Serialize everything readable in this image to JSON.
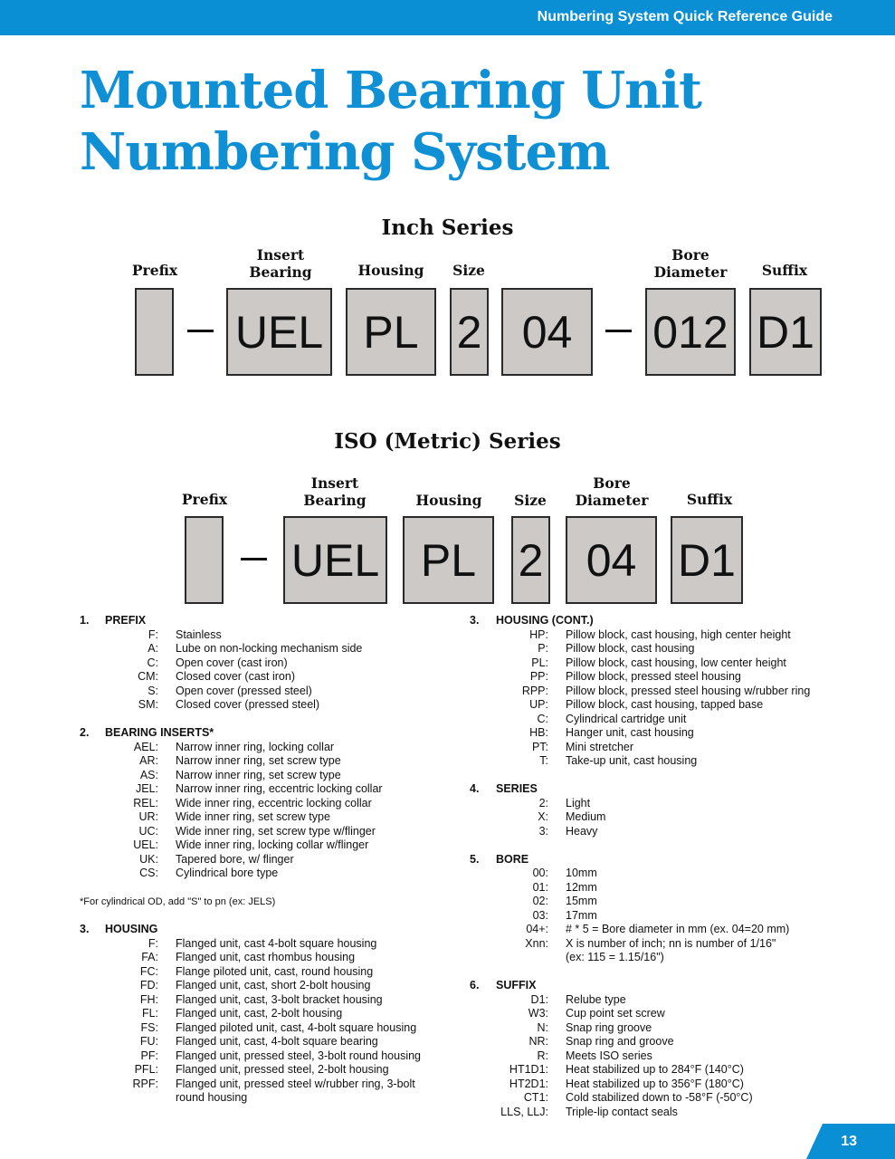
{
  "header": {
    "title": "Numbering System Quick Reference Guide"
  },
  "page_title": {
    "line1": "Mounted Bearing Unit",
    "line2": "Numbering System"
  },
  "inch": {
    "title": "Inch Series",
    "labels": {
      "prefix": "Prefix",
      "insert1": "Insert",
      "insert2": "Bearing",
      "housing": "Housing",
      "size": "Size",
      "bore1": "Bore",
      "bore2": "Diameter",
      "suffix": "Suffix"
    },
    "boxes": {
      "prefix": "",
      "insert": "UEL",
      "housing": "PL",
      "size": "2",
      "bore": "04",
      "diameter": "012",
      "suffix": "D1"
    }
  },
  "iso": {
    "title": "ISO (Metric) Series",
    "labels": {
      "prefix": "Prefix",
      "insert1": "Insert",
      "insert2": "Bearing",
      "housing": "Housing",
      "size": "Size",
      "bore1": "Bore",
      "bore2": "Diameter",
      "suffix": "Suffix"
    },
    "boxes": {
      "prefix": "",
      "insert": "UEL",
      "housing": "PL",
      "size": "2",
      "bore": "04",
      "suffix": "D1"
    }
  },
  "sections": {
    "prefix": {
      "num": "1.",
      "title": "PREFIX",
      "items": [
        {
          "code": "F:",
          "desc": "Stainless"
        },
        {
          "code": "A:",
          "desc": "Lube on non-locking mechanism side"
        },
        {
          "code": "C:",
          "desc": "Open cover (cast iron)"
        },
        {
          "code": "CM:",
          "desc": "Closed cover (cast iron)"
        },
        {
          "code": "S:",
          "desc": "Open cover (pressed steel)"
        },
        {
          "code": "SM:",
          "desc": "Closed cover (pressed steel)"
        }
      ]
    },
    "inserts": {
      "num": "2.",
      "title": "BEARING INSERTS*",
      "items": [
        {
          "code": "AEL:",
          "desc": "Narrow inner ring, locking collar"
        },
        {
          "code": "AR:",
          "desc": "Narrow inner ring, set screw type"
        },
        {
          "code": "AS:",
          "desc": "Narrow inner ring, set screw type"
        },
        {
          "code": "JEL:",
          "desc": "Narrow inner ring, eccentric locking collar"
        },
        {
          "code": "REL:",
          "desc": "Wide inner ring, eccentric locking collar"
        },
        {
          "code": "UR:",
          "desc": "Wide inner ring, set screw type"
        },
        {
          "code": "UC:",
          "desc": "Wide inner ring, set screw type w/flinger"
        },
        {
          "code": "UEL:",
          "desc": "Wide inner ring, locking collar w/flinger"
        },
        {
          "code": "UK:",
          "desc": "Tapered bore,  w/ flinger"
        },
        {
          "code": "CS:",
          "desc": "Cylindrical bore type"
        }
      ]
    },
    "note": "*For cylindrical OD, add \"S\" to pn (ex: JELS)",
    "housing": {
      "num": "3.",
      "title": "HOUSING",
      "items": [
        {
          "code": "F:",
          "desc": "Flanged unit, cast 4-bolt square housing"
        },
        {
          "code": "FA:",
          "desc": "Flanged unit, cast rhombus housing"
        },
        {
          "code": "FC:",
          "desc": "Flange piloted unit, cast, round housing"
        },
        {
          "code": "FD:",
          "desc": "Flanged unit, cast, short 2-bolt housing"
        },
        {
          "code": "FH:",
          "desc": "Flanged unit, cast, 3-bolt bracket housing"
        },
        {
          "code": "FL:",
          "desc": "Flanged unit, cast, 2-bolt housing"
        },
        {
          "code": "FS:",
          "desc": "Flanged piloted unit, cast, 4-bolt square housing"
        },
        {
          "code": "FU:",
          "desc": "Flanged unit, cast, 4-bolt square bearing"
        },
        {
          "code": "PF:",
          "desc": "Flanged unit, pressed steel, 3-bolt round housing"
        },
        {
          "code": "PFL:",
          "desc": "Flanged unit, pressed steel, 2-bolt housing"
        },
        {
          "code": "RPF:",
          "desc": "Flanged unit, pressed steel w/rubber ring, 3-bolt"
        },
        {
          "code": "",
          "desc": "round housing"
        }
      ]
    },
    "housing_cont": {
      "num": "3.",
      "title": "HOUSING (CONT.)",
      "items": [
        {
          "code": "HP:",
          "desc": "Pillow block, cast housing, high center height"
        },
        {
          "code": "P:",
          "desc": "Pillow block, cast housing"
        },
        {
          "code": "PL:",
          "desc": "Pillow block, cast housing, low center height"
        },
        {
          "code": "PP:",
          "desc": "Pillow block, pressed steel housing"
        },
        {
          "code": "RPP:",
          "desc": "Pillow block, pressed steel housing w/rubber ring"
        },
        {
          "code": "UP:",
          "desc": "Pillow block, cast housing, tapped base"
        },
        {
          "code": "C:",
          "desc": "Cylindrical cartridge unit"
        },
        {
          "code": "HB:",
          "desc": "Hanger unit, cast housing"
        },
        {
          "code": "PT:",
          "desc": "Mini stretcher"
        },
        {
          "code": "T:",
          "desc": "Take-up unit, cast housing"
        }
      ]
    },
    "series": {
      "num": "4.",
      "title": "SERIES",
      "items": [
        {
          "code": "2:",
          "desc": "Light"
        },
        {
          "code": "X:",
          "desc": "Medium"
        },
        {
          "code": "3:",
          "desc": "Heavy"
        }
      ]
    },
    "bore": {
      "num": "5.",
      "title": "BORE",
      "items": [
        {
          "code": "00:",
          "desc": "10mm"
        },
        {
          "code": "01:",
          "desc": "12mm"
        },
        {
          "code": "02:",
          "desc": "15mm"
        },
        {
          "code": "03:",
          "desc": "17mm"
        },
        {
          "code": "04+:",
          "desc": "# * 5 = Bore diameter in mm (ex. 04=20 mm)"
        },
        {
          "code": "Xnn:",
          "desc": "X is number of inch; nn is number of 1/16\""
        },
        {
          "code": "",
          "desc": "(ex: 115 = 1.15/16\")"
        }
      ]
    },
    "suffix": {
      "num": "6.",
      "title": "SUFFIX",
      "items": [
        {
          "code": "D1:",
          "desc": "Relube type"
        },
        {
          "code": "W3:",
          "desc": "Cup point set screw"
        },
        {
          "code": "N:",
          "desc": "Snap ring groove"
        },
        {
          "code": "NR:",
          "desc": "Snap ring and groove"
        },
        {
          "code": "R:",
          "desc": "Meets ISO series"
        },
        {
          "code": "HT1D1:",
          "desc": "Heat stabilized up to 284°F (140°C)"
        },
        {
          "code": "HT2D1:",
          "desc": "Heat stabilized up to 356°F (180°C)"
        },
        {
          "code": "CT1:",
          "desc": "Cold stabilized down to -58°F (-50°C)"
        },
        {
          "code": "LLS, LLJ:",
          "desc": "Triple-lip contact seals"
        }
      ]
    }
  },
  "page_number": "13"
}
